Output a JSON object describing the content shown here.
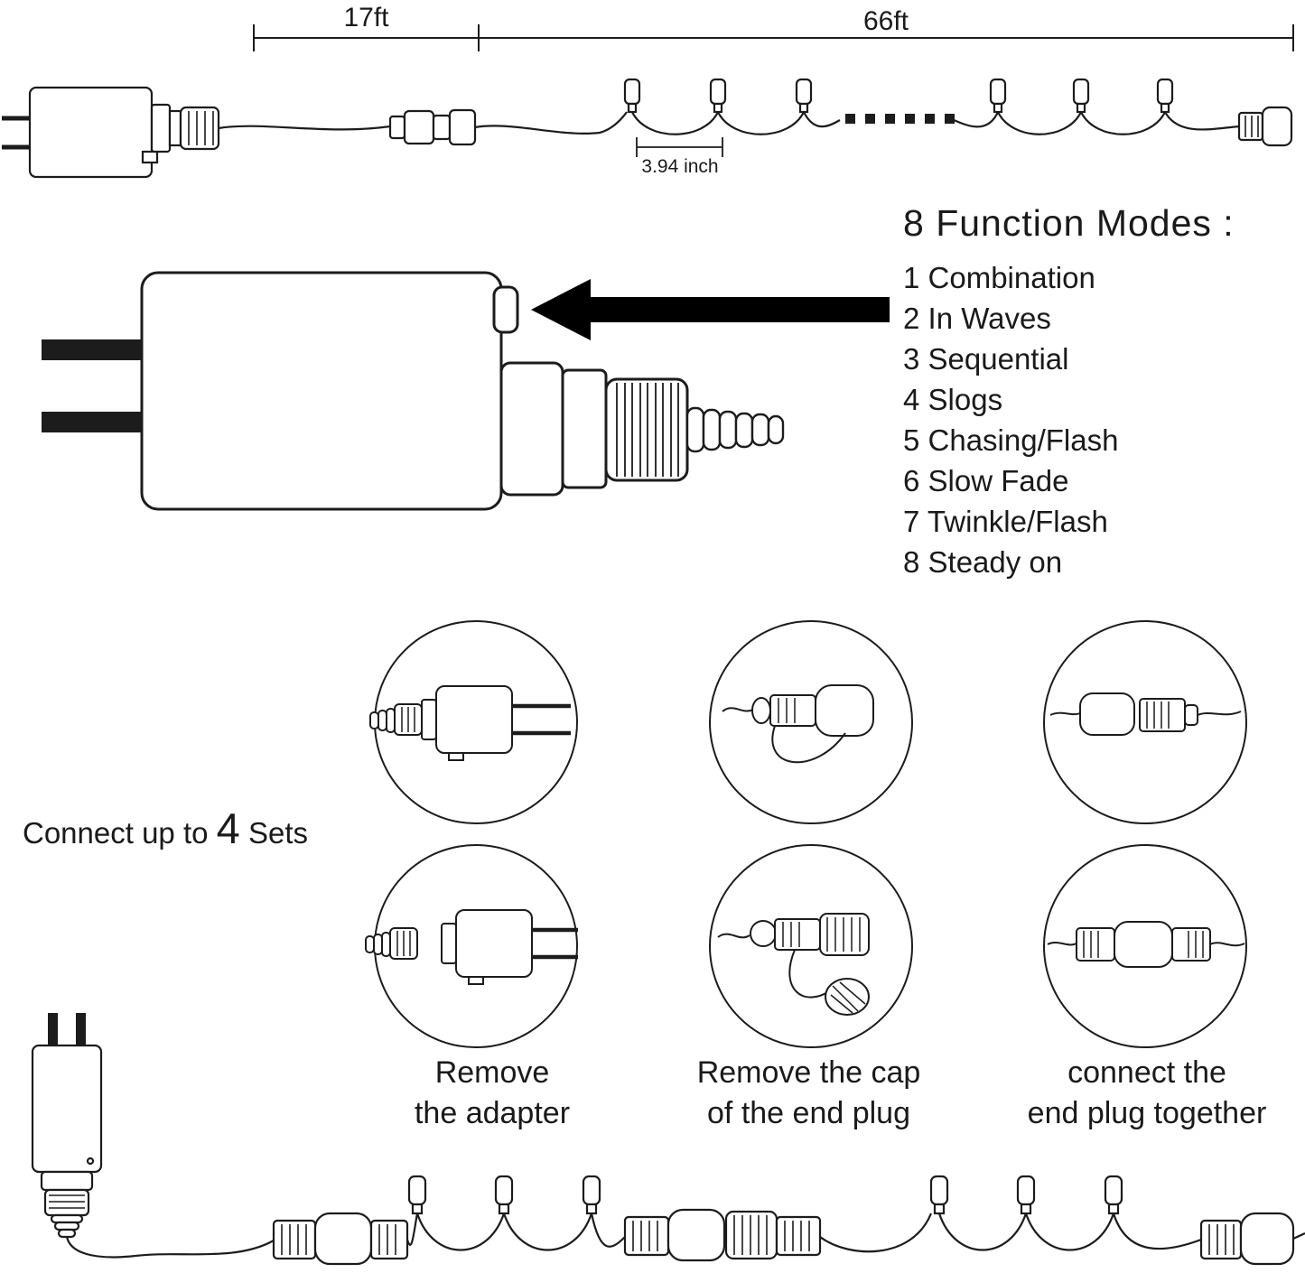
{
  "top": {
    "dim_short": "17ft",
    "dim_long": "66ft",
    "bulb_spacing": "3.94 inch"
  },
  "modes": {
    "title": "8 Function Modes :",
    "items": [
      "1 Combination",
      "2 In Waves",
      "3 Sequential",
      "4 Slogs",
      "5 Chasing/Flash",
      "6 Slow Fade",
      "7 Twinkle/Flash",
      "8 Steady on"
    ]
  },
  "connect": {
    "prefix": "Connect up to ",
    "count": "4",
    "suffix": " Sets"
  },
  "steps": [
    {
      "line1": "Remove",
      "line2": "the adapter"
    },
    {
      "line1": "Remove the cap",
      "line2": "of the end plug"
    },
    {
      "line1": "connect the",
      "line2": "end plug together"
    }
  ],
  "icons": {
    "pointer_arrow": "left-arrow",
    "spacing_dots": "ellipsis-dots"
  },
  "colors": {
    "line": "#1c1c1c",
    "text": "#1a1a1a",
    "background": "#ffffff"
  }
}
